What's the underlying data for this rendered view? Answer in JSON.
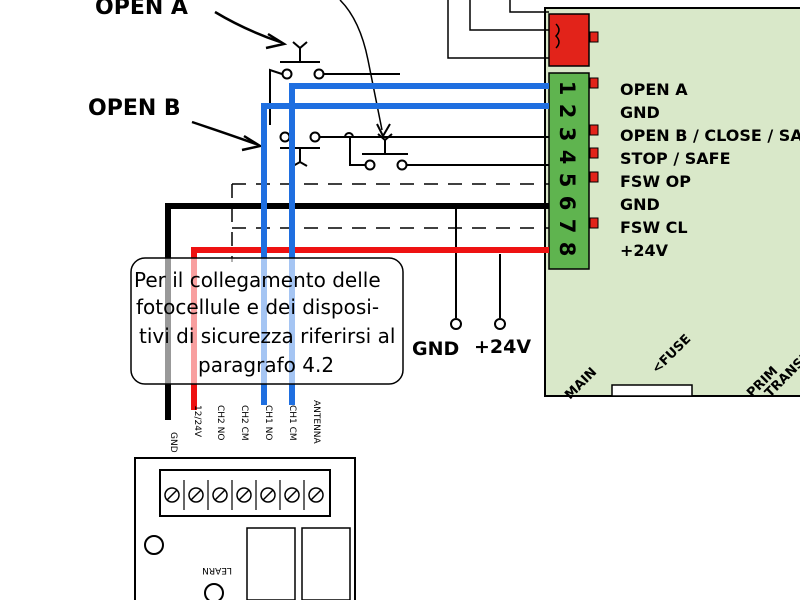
{
  "switch_labels": {
    "open_a": "OPEN A",
    "open_b": "OPEN B"
  },
  "terminal_numbers": [
    "1",
    "2",
    "3",
    "4",
    "5",
    "6",
    "7",
    "8"
  ],
  "terminal_functions": [
    "OPEN A",
    "GND",
    "OPEN B / CLOSE / SA",
    "STOP / SAFE",
    "FSW OP",
    "GND",
    "FSW CL",
    "+24V"
  ],
  "supply_labels": {
    "gnd": "GND",
    "plus24v": "+24V"
  },
  "note_lines": [
    "Per il collegamento delle",
    "fotocellule e dei disposi-",
    "tivi di sicurezza riferirsi al",
    "paragrafo 4.2"
  ],
  "receiver_terminals": [
    "GND",
    "12/24V",
    "CH2 NO",
    "CH2 CM",
    "CH1 NO",
    "CH1 CM",
    "ANTENNA"
  ],
  "receiver_button": "LEARN",
  "board_labels": {
    "main": "MAIN",
    "fuse": "<FUSE",
    "prim": "PRIM",
    "transf": "TRANSF"
  },
  "colors": {
    "board_fill": "#d9e8c9",
    "terminal_green": "#5fb44f",
    "connector_red": "#e2231a",
    "wire_blue": "#1f6fe0",
    "wire_red": "#ee1111",
    "wire_black": "#000000"
  }
}
